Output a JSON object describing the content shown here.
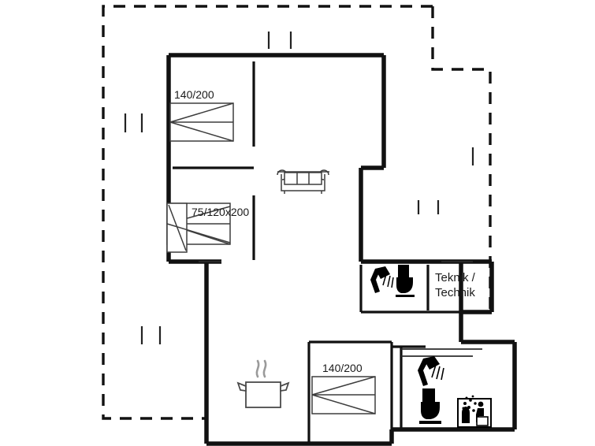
{
  "plan": {
    "title": "Holiday house floor plan",
    "rooms": [
      {
        "id": "bedroom-top",
        "label": "",
        "bed_label": "140/200"
      },
      {
        "id": "bedroom-bunk",
        "label": "",
        "bed_label": "75/120x200"
      },
      {
        "id": "bedroom-bottom",
        "label": "",
        "bed_label": "140/200"
      },
      {
        "id": "technical-room",
        "label": "Teknik /\nTechnik",
        "bed_label": ""
      },
      {
        "id": "living-room",
        "label": "",
        "bed_label": ""
      },
      {
        "id": "kitchen",
        "label": "",
        "bed_label": ""
      },
      {
        "id": "bathroom-upper",
        "label": "",
        "bed_label": ""
      },
      {
        "id": "bathroom-lower",
        "label": "",
        "bed_label": ""
      }
    ],
    "labels": {
      "bed_top": "140/200",
      "bed_bunk": "75/120x200",
      "bed_bottom": "140/200",
      "technical_line1": "Teknik /",
      "technical_line2": "Technik"
    },
    "icons": [
      {
        "name": "bed-double-icon",
        "count": 2
      },
      {
        "name": "bed-bunk-icon",
        "count": 1
      },
      {
        "name": "sofa-icon",
        "count": 1
      },
      {
        "name": "cooking-pot-icon",
        "count": 1
      },
      {
        "name": "shower-icon",
        "count": 2
      },
      {
        "name": "toilet-icon",
        "count": 2
      },
      {
        "name": "sauna-icon",
        "count": 1
      },
      {
        "name": "window-tick-icon",
        "count": 10
      }
    ],
    "colors": {
      "wall": "#111111",
      "boundary": "#111111",
      "furniture": "#3d3d3d",
      "icon": "#000000",
      "steam": "#9a9a9a",
      "background": "#ffffff",
      "text": "#1a1a1a"
    },
    "line_styles": {
      "exterior_wall": "solid-thick",
      "interior_wall": "solid-medium",
      "terrace_boundary": "dashed"
    }
  }
}
